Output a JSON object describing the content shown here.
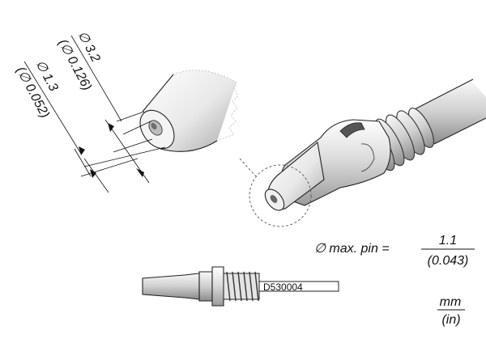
{
  "dimensions": {
    "outer_mm": "∅ 3.2",
    "outer_in": "(∅ 0.126)",
    "inner_mm": "∅ 1.3",
    "inner_in": "(∅ 0.052)"
  },
  "pin": {
    "label": "∅ max. pin =",
    "value_mm": "1.1",
    "value_in": "(0.043)"
  },
  "part_number": "D530004",
  "units": {
    "primary": "mm",
    "secondary": "(in)"
  }
}
